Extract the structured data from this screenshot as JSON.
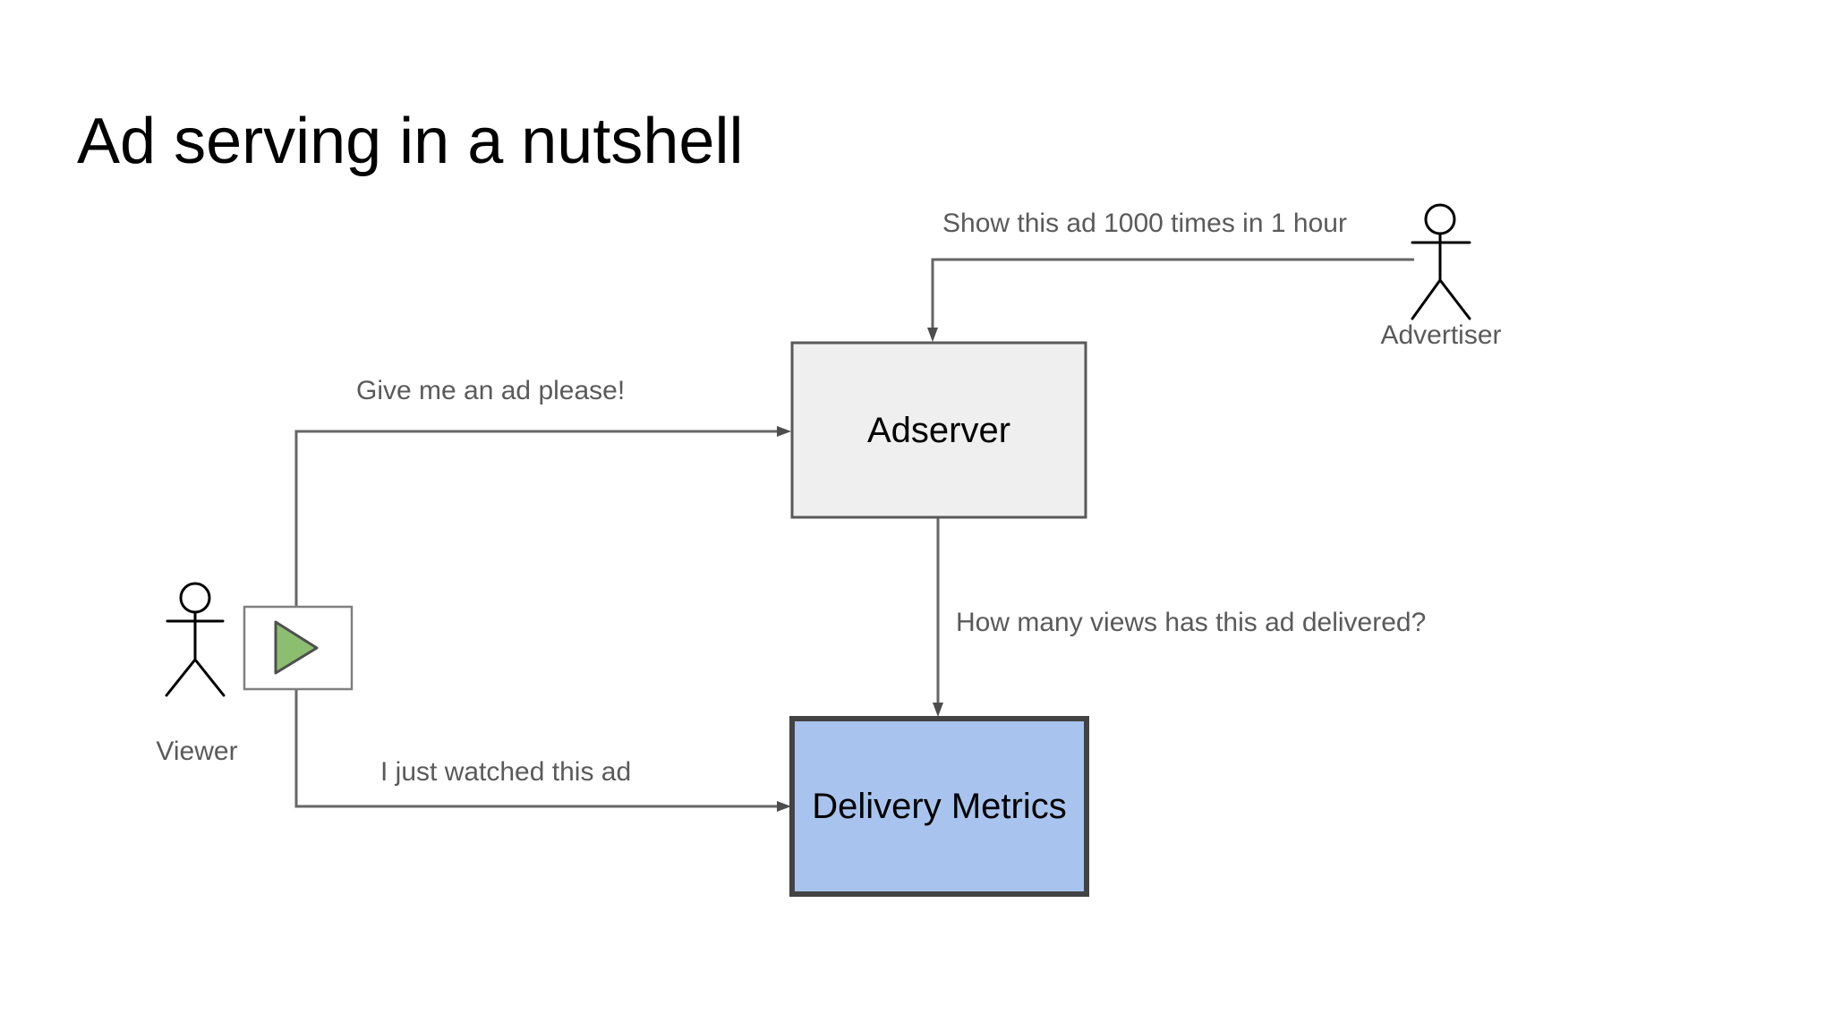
{
  "slide": {
    "title": "Ad serving in a nutshell",
    "background": "#ffffff"
  },
  "colors": {
    "connector": "#666666",
    "arrowhead": "#4d4d4d",
    "message_text": "#5a5a5a",
    "title_text": "#000000",
    "figure_stroke": "#000000"
  },
  "actors": {
    "advertiser": {
      "label": "Advertiser"
    },
    "viewer": {
      "label": "Viewer"
    }
  },
  "nodes": {
    "adserver": {
      "label": "Adserver",
      "fill": "#efefef",
      "border": "#595959"
    },
    "delivery_metrics": {
      "label": "Delivery Metrics",
      "fill": "#a8c4ee",
      "border": "#434343"
    }
  },
  "player": {
    "box_fill": "#ffffff",
    "box_border": "#808080",
    "play_fill": "#8cbe70",
    "play_border": "#4f4f4f"
  },
  "messages": {
    "advertiser_to_adserver": "Show this ad 1000 times in 1 hour",
    "viewer_to_adserver": "Give me an ad please!",
    "adserver_to_delivery_metrics": "How many views has this ad delivered?",
    "viewer_to_delivery_metrics": "I just watched this ad"
  }
}
